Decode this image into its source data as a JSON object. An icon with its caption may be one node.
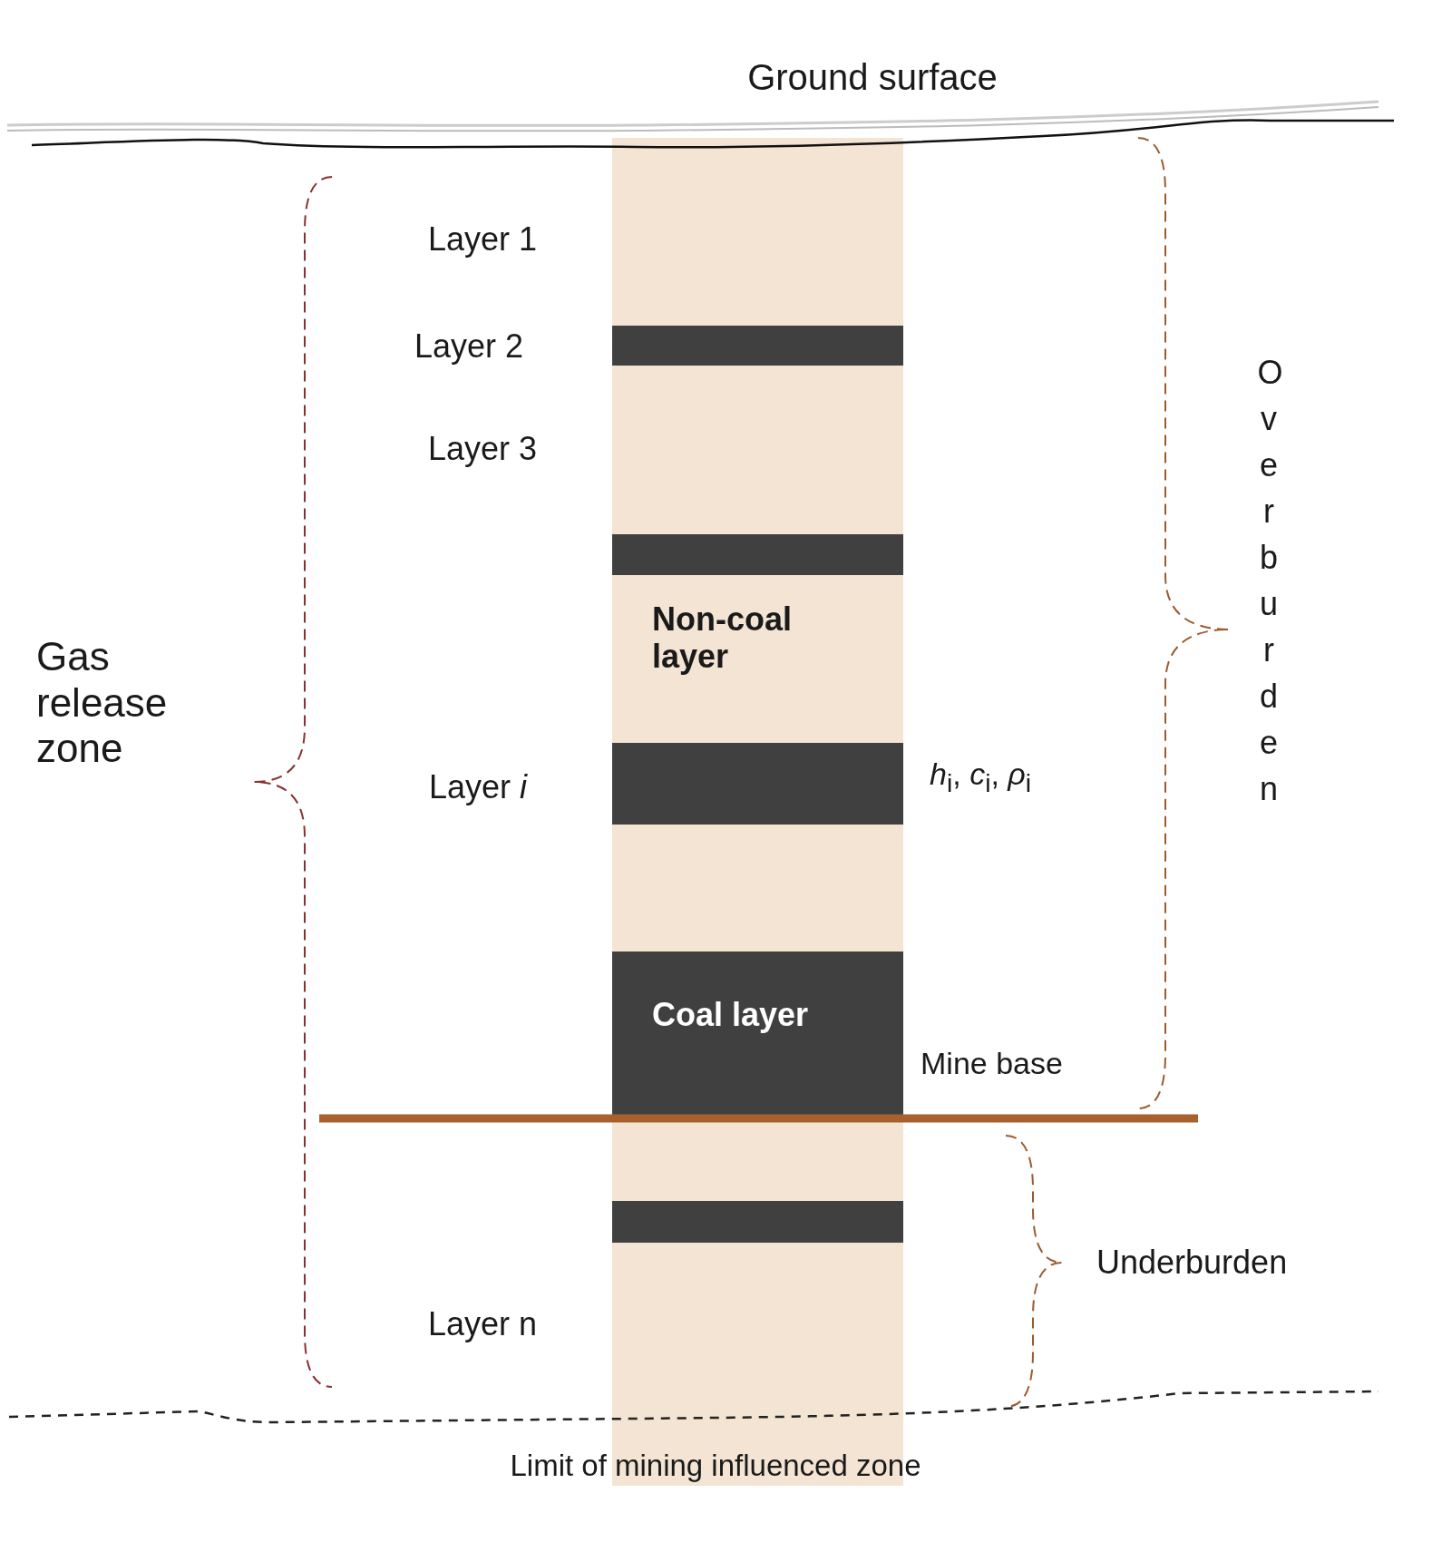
{
  "diagram": {
    "labels": [
      "Ground surface",
      "Layer 1",
      "Layer 2",
      "Overburden",
      "Layer 3",
      "Non-coal layer",
      "Gas release zone",
      "Layer *i*",
      "*h*$_{i}$, *c*$_{i}$, *ρ*$_{i}$",
      "Coal layer",
      "Mine base",
      "Underburden",
      "Layer n",
      "Limit of mining influenced zone"
    ]
  }
}
